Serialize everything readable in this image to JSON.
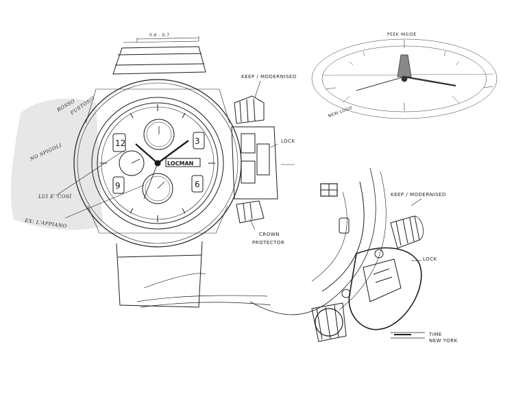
{
  "annotations": {
    "dimension": "0,6 - 0,7",
    "keep_modernized_top": "KEEP / MODERNISED",
    "lock_top": "LOCK",
    "crown_protector_line1": "CROWN",
    "crown_protector_line2": "PROTECTOR",
    "keep_modernized_right": "KEEP / MODERNISED",
    "lock_right": "LOCK",
    "time_new_york_line1": "TIME",
    "time_new_york_line2": "NEW YORK",
    "peek_inside": "PEEK INSIDE",
    "new_logo": "NEW LOGO",
    "rosso": "ROSSO",
    "fustone": "FUSTONO",
    "no_spigoli": "NO SPIGOLI",
    "lui_e_cosi": "LUI E' COSÌ",
    "ex_lappiano": "EX: L'APPIANO",
    "brand_logo": "LOCMAN"
  },
  "dial": {
    "numerals": [
      "12",
      "3",
      "6",
      "9"
    ]
  },
  "colors": {
    "ink": "#1a1a1a",
    "wash": "#d8d8d8",
    "paper": "#ffffff"
  }
}
